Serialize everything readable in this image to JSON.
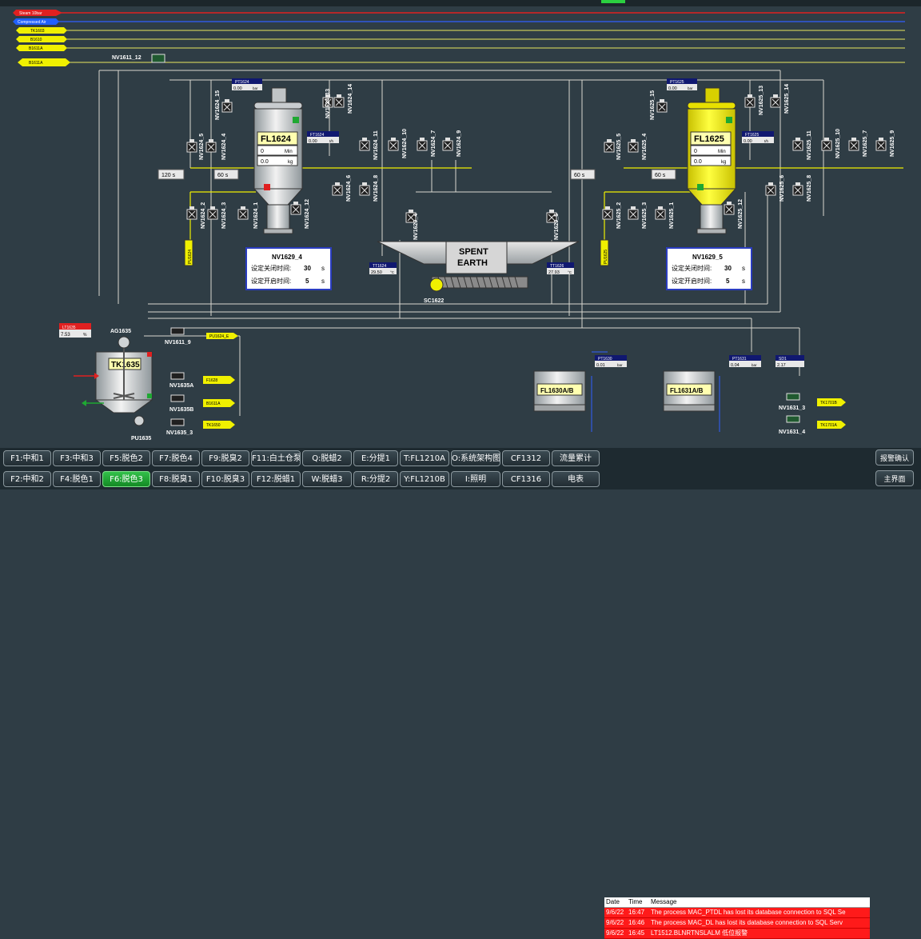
{
  "header_lines": {
    "steam": "Steam 10bar",
    "compressed_air": "Compressed Air",
    "tk1603": "TK1603",
    "b1610": "B1610",
    "b1611a": "B1611A",
    "b1611a_2": "B1611A"
  },
  "valves": {
    "nv1611_12": "NV1611_12",
    "nv1624_15": "NV1624_15",
    "nv1624_13": "NV1624_13",
    "nv1624_14": "NV1624_14",
    "nv1624_5": "NV1624_5",
    "nv1624_4": "NV1624_4",
    "nv1624_11": "NV1624_11",
    "nv1624_10": "NV1624_10",
    "nv1624_7": "NV1624_7",
    "nv1624_9": "NV1624_9",
    "nv1624_6": "NV1624_6",
    "nv1624_8": "NV1624_8",
    "nv1624_2": "NV1624_2",
    "nv1624_3": "NV1624_3",
    "nv1624_1": "NV1624_1",
    "nv1624_12": "NV1624_12",
    "nv1625_15": "NV1625_15",
    "nv1625_13": "NV1625_13",
    "nv1625_14": "NV1625_14",
    "nv1625_5": "NV1625_5",
    "nv1625_4": "NV1625_4",
    "nv1625_11": "NV1625_11",
    "nv1625_10": "NV1625_10",
    "nv1625_7": "NV1625_7",
    "nv1625_9": "NV1625_9",
    "nv1625_6": "NV1625_6",
    "nv1625_8": "NV1625_8",
    "nv1625_2": "NV1625_2",
    "nv1625_3": "NV1625_3",
    "nv1625_1": "NV1625_1",
    "nv1625_12": "NV1625_12",
    "nv1629_4": "NV1629_4",
    "nv1629_5": "NV1629_5",
    "nv1611_9": "NV1611_9",
    "nv1635a": "NV1635A",
    "nv1635b": "NV1635B",
    "nv1635_3": "NV1635_3",
    "nv1631_3": "NV1631_3",
    "nv1631_4": "NV1631_4"
  },
  "timers": {
    "t1": "120  s",
    "t2": "60   s",
    "t3": "60   s",
    "t4": "60   s"
  },
  "fl1624": {
    "name": "FL1624",
    "min_value": "0",
    "min_unit": "Min",
    "kg_value": "0.0",
    "kg_unit": "kg"
  },
  "fl1625": {
    "name": "FL1625",
    "min_value": "0",
    "min_unit": "Min",
    "kg_value": "0.0",
    "kg_unit": "kg"
  },
  "instruments": {
    "pt1624": {
      "tag": "PT1624",
      "value": "0.00",
      "unit": "bar"
    },
    "ft1624": {
      "tag": "FT1624",
      "value": "0.00",
      "unit": "t/h"
    },
    "pt1625": {
      "tag": "PT1625",
      "value": "0.00",
      "unit": "bar"
    },
    "ft1625": {
      "tag": "FT1625",
      "value": "0.00",
      "unit": "t/h"
    },
    "tt1624": {
      "tag": "TT1624",
      "value": "29.50",
      "unit": "°C"
    },
    "tt1626": {
      "tag": "TT1626",
      "value": "27.93",
      "unit": "°C"
    },
    "pt1630": {
      "tag": "PT1630",
      "value": "0.01",
      "unit": "bar"
    },
    "pt1631": {
      "tag": "PT1631",
      "value": "0.04",
      "unit": "bar"
    },
    "sd1": {
      "tag": "SD1",
      "value": "2.17"
    },
    "lt1635": {
      "tag": "LT1635",
      "value": "7.53",
      "unit": "%"
    }
  },
  "panels": {
    "left": {
      "title": "NV1629_4",
      "close_label": "设定关闭时间:",
      "close_val": "30",
      "close_unit": "s",
      "open_label": "设定开启时间:",
      "open_val": "5",
      "open_unit": "s"
    },
    "right": {
      "title": "NV1629_5",
      "close_label": "设定关闭时间:",
      "close_val": "30",
      "close_unit": "s",
      "open_label": "设定开启时间:",
      "open_val": "5",
      "open_unit": "s"
    }
  },
  "spent_earth": {
    "line1": "SPENT",
    "line2": "EARTH"
  },
  "equipment": {
    "sc1622": "SC1622",
    "tk1635": "TK1635",
    "ag1635": "AG1635",
    "pu1635": "PU1635",
    "fl1630": "FL1630A/B",
    "fl1631": "FL1631A/B",
    "pu1624": "PU1624",
    "pu1625": "PU1625"
  },
  "outlets": {
    "pu1624_e": "PU1624_E",
    "f1628": "F1628",
    "b1611a": "B1611A",
    "tk1650": "TK1650",
    "tk1701b": "TK1701B",
    "tk1701a": "TK1701A"
  },
  "function_keys": {
    "row1": [
      "F1:中和1",
      "F3:中和3",
      "F5:脱色2",
      "F7:脱色4",
      "F9:脱臭2",
      "F11:白土仓泵",
      "Q:脱蜡2",
      "E:分提1",
      "T:FL1210A",
      "O:系统架构图",
      "CF1312",
      "流量累计"
    ],
    "row2": [
      "F2:中和2",
      "F4:脱色1",
      "F6:脱色3",
      "F8:脱臭1",
      "F10:脱臭3",
      "F12:脱蜡1",
      "W:脱蜡3",
      "R:分提2",
      "Y:FL1210B",
      "I:照明",
      "CF1316",
      "电表"
    ],
    "active": "F6:脱色3"
  },
  "alarm": {
    "headers": [
      "Date",
      "Time",
      "Message"
    ],
    "rows": [
      {
        "date": "9/6/22",
        "time": "16:47",
        "message": "The process MAC_PTDL has lost its database connection to SQL Se"
      },
      {
        "date": "9/6/22",
        "time": "16:46",
        "message": "The process MAC_DL has lost its database connection to SQL Serv"
      },
      {
        "date": "9/6/22",
        "time": "16:45",
        "message": "LT1512.BLNRTNSLALM 低位报警"
      }
    ]
  },
  "side_buttons": {
    "ack": "报警确认",
    "main": "主界面"
  },
  "colors": {
    "background": "#2f3d45",
    "pipe": "#d8d8d0",
    "yellow": "#f0f000",
    "active_green": "#1ea832",
    "alarm_red": "#ff1a1a"
  }
}
